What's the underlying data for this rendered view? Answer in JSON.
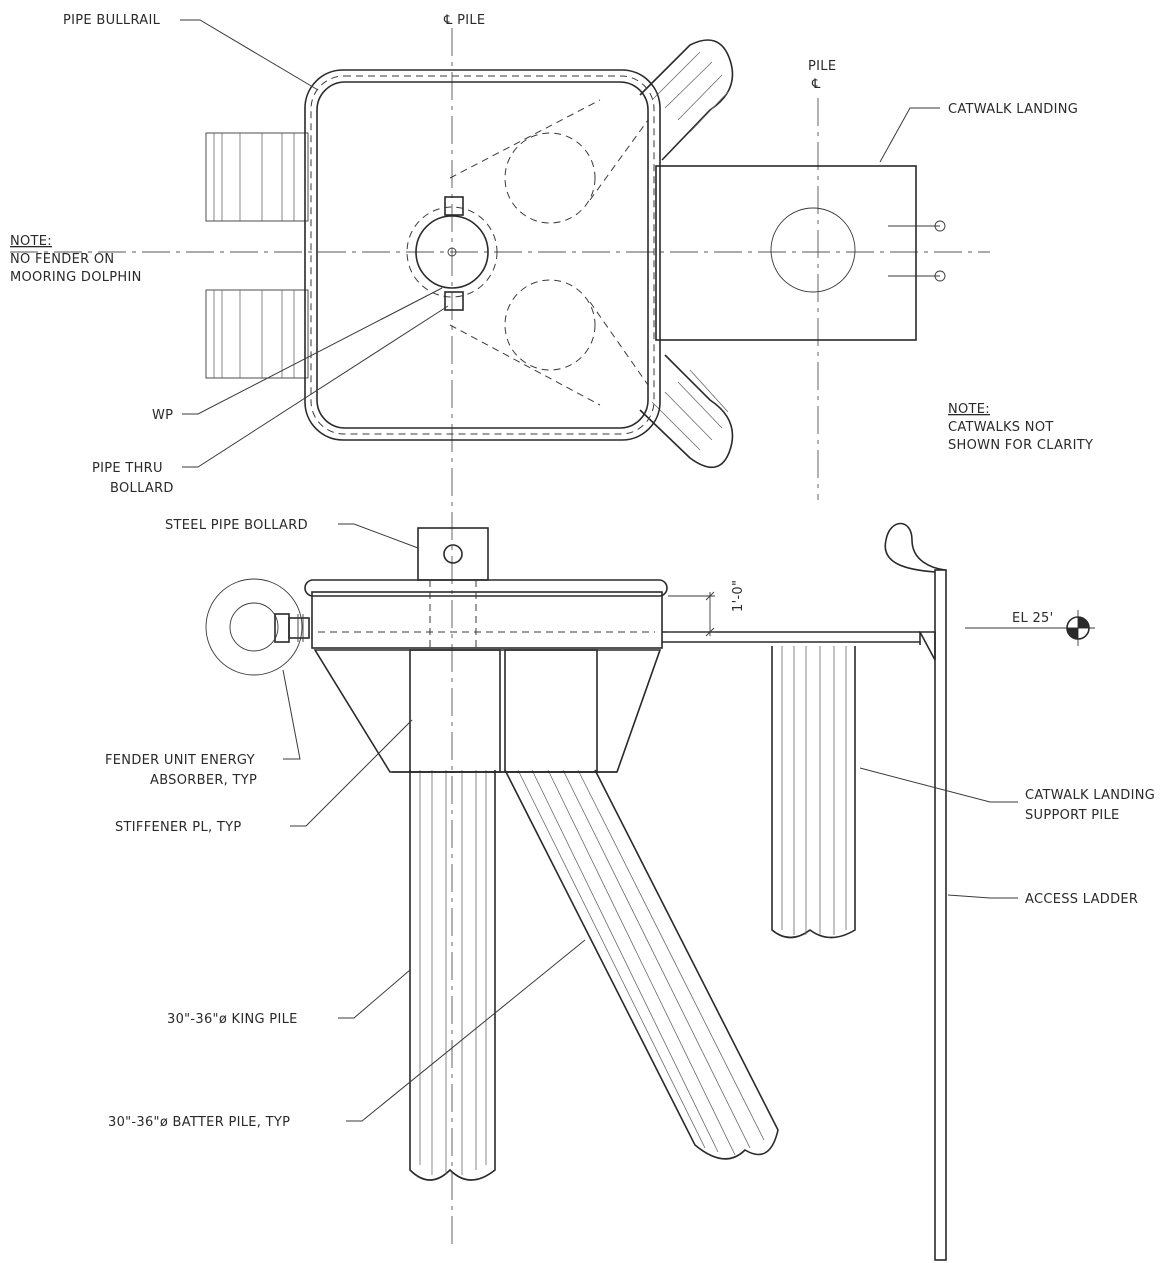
{
  "labels": {
    "pile_cl_top": "℄ PILE",
    "pile_right_1": "PILE",
    "pile_right_2": "℄",
    "pipe_bullrail": "PIPE BULLRAIL",
    "catwalk_landing": "CATWALK LANDING",
    "note1_head": "NOTE:",
    "note1_line1": "NO FENDER ON",
    "note1_line2": "MOORING DOLPHIN",
    "wp": "WP",
    "pipe_thru_1": "PIPE THRU",
    "pipe_thru_2": "BOLLARD",
    "note2_head": "NOTE:",
    "note2_line1": "CATWALKS NOT",
    "note2_line2": "SHOWN FOR CLARITY",
    "steel_pipe_bollard": "STEEL PIPE BOLLARD",
    "dim_1_0": "1'-0\"",
    "el_25": "EL 25'",
    "fender_1": "FENDER UNIT ENERGY",
    "fender_2": "ABSORBER, TYP",
    "catwalk_support_1": "CATWALK LANDING",
    "catwalk_support_2": "SUPPORT PILE",
    "stiffener": "STIFFENER PL, TYP",
    "access_ladder": "ACCESS LADDER",
    "king_pile": "30\"-36\"ø KING PILE",
    "batter_pile": "30\"-36\"ø BATTER PILE, TYP"
  }
}
